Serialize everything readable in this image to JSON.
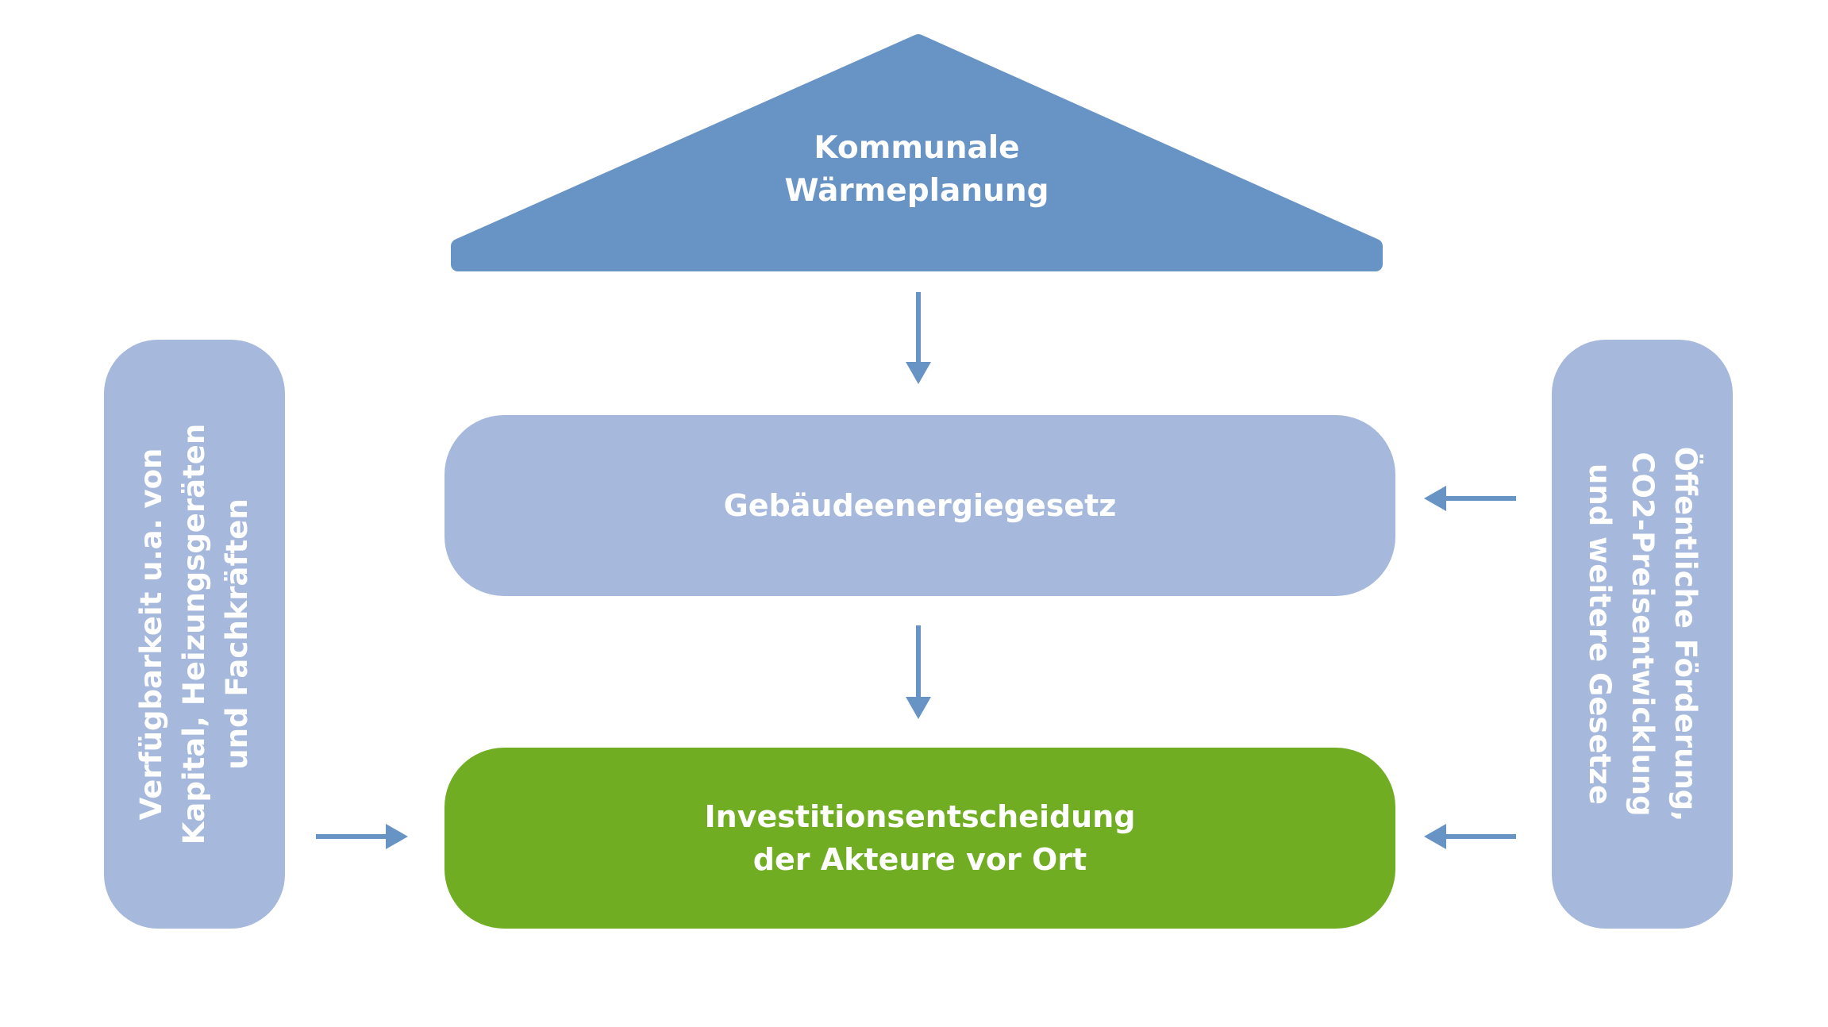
{
  "roof": {
    "line1": "Kommunale",
    "line2": "Wärmeplanung",
    "color": "#6894c5"
  },
  "middle_box": {
    "label": "Gebäudeenergiegesetz",
    "color": "#a6b9dc"
  },
  "bottom_box": {
    "line1": "Investitionsentscheidung",
    "line2": "der Akteure vor Ort",
    "color": "#70ad22"
  },
  "left_pillar": {
    "line1": "Verfügbarkeit u.a. von",
    "line2": "Kapital, Heizungsgeräten",
    "line3": "und Fachkräften",
    "color": "#a6b9dc"
  },
  "right_pillar": {
    "line1": "Öffentliche Förderung,",
    "line2": "CO2-Preisentwicklung",
    "line3": "und weitere Gesetze",
    "color": "#a6b9dc"
  },
  "arrow_color": "#6894c5"
}
